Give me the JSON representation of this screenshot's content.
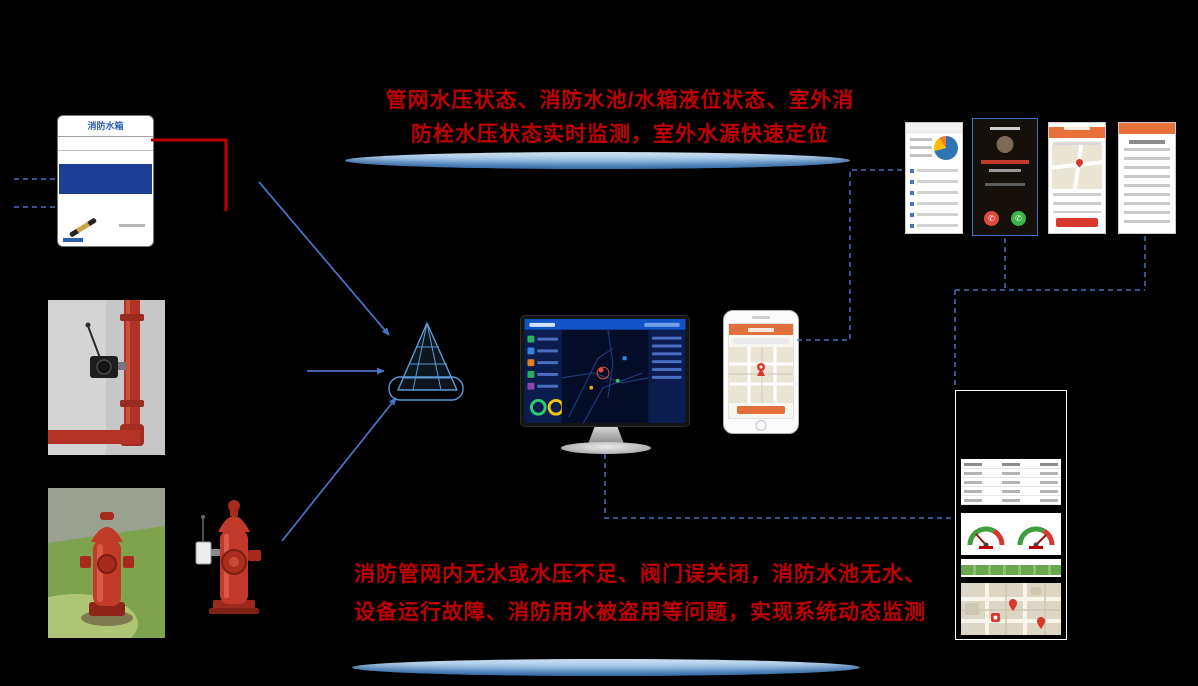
{
  "banners": {
    "top": {
      "line1": "管网水压状态、消防水池/水箱液位状态、室外消",
      "line2": "防栓水压状态实时监测，室外水源快速定位"
    },
    "bottom": {
      "line1": "消防管网内无水或水压不足、阀门误关闭，消防水池无水、",
      "line2": "设备运行故障、消防用水被盗用等问题，实现系统动态监测"
    }
  },
  "tank": {
    "label": "消防水箱"
  },
  "icons": {
    "accept_call_glyph": "✆",
    "decline_call_glyph": "✆"
  },
  "colors": {
    "accent_red": "#C00000",
    "connector_blue": "#4472C4",
    "banner_blue_light": "#BDD7EE",
    "banner_blue_dark": "#5B9BD5",
    "hydrant_red": "#C0392B",
    "app_orange": "#E8713A"
  }
}
